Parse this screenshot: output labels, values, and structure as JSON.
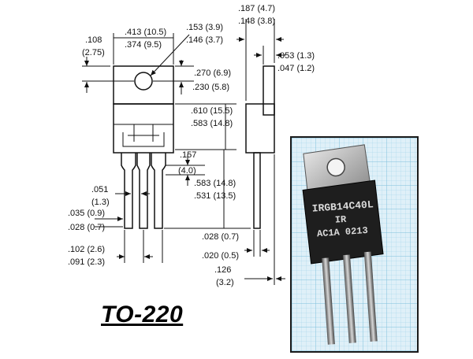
{
  "dimensions": {
    "tab_hole_offset": [
      ".108",
      "(2.75)"
    ],
    "body_width": [
      ".413 (10.5)",
      ".374 (9.5)"
    ],
    "hole_diameter": [
      ".153 (3.9)",
      ".146 (3.7)"
    ],
    "hole_to_top": [
      ".270 (6.9)",
      ".230 (5.8)"
    ],
    "body_height": [
      ".610 (15.5)",
      ".583 (14.8)"
    ],
    "lead_shoulder": [
      ".157",
      "(4.0)"
    ],
    "lead_length": [
      ".583 (14.8)",
      ".531 (13.5)"
    ],
    "lead_width": [
      ".051",
      "(1.3)"
    ],
    "lead_thickness": [
      ".035 (0.9)",
      ".028 (0.7)"
    ],
    "lead_pitch": [
      ".102 (2.6)",
      ".091 (2.3)"
    ],
    "total_thickness": [
      ".187 (4.7)",
      ".148 (3.8)"
    ],
    "tab_thickness": [
      ".053 (1.3)",
      ".047 (1.2)"
    ],
    "side_lead_thickness": [
      ".028 (0.7)",
      ".020 (0.5)"
    ],
    "side_lead_offset": [
      ".126",
      "(3.2)"
    ]
  },
  "package_label": "TO-220",
  "photo": {
    "marking_lines": [
      "IRGB14C40L",
      "IR",
      "AC1A 0213"
    ]
  },
  "colors": {
    "grid_paper": "#dff0f8",
    "grid_line": "#9ccfe6",
    "tab_metal": "#c8c8c8",
    "body_epoxy": "#1e1e1e"
  }
}
